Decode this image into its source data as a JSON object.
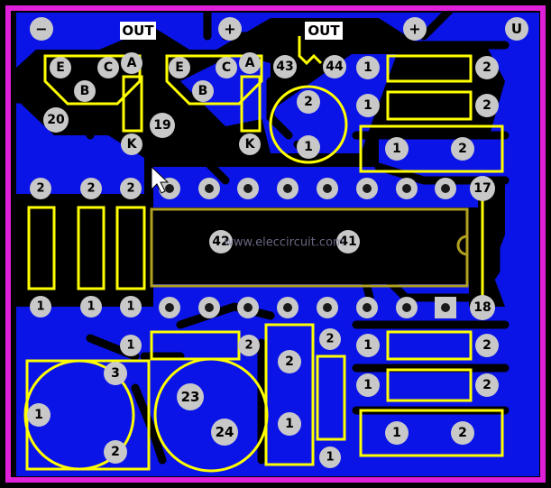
{
  "colors": {
    "background": "#000000",
    "border": "#e020d8",
    "copper": "#0a14e6",
    "silkscreen": "#ffff00",
    "pad": "#c8c8c8",
    "pad_hole": "#1a1a1a",
    "label_text": "#000000"
  },
  "top_labels": [
    "−",
    "OUT",
    "+",
    "OUT",
    "+",
    "U"
  ],
  "transistor_pins": [
    "E",
    "C",
    "A",
    "B"
  ],
  "side_pins": [
    "K",
    "K"
  ],
  "numbers": {
    "n20": "20",
    "n19": "19",
    "n43": "43",
    "n44": "44",
    "n17": "17",
    "n18": "18",
    "n42": "42",
    "n41": "41",
    "n23": "23",
    "n24": "24",
    "n3": "3",
    "p1": "1",
    "p2": "2"
  },
  "watermark": "www.eleccircuit.com"
}
